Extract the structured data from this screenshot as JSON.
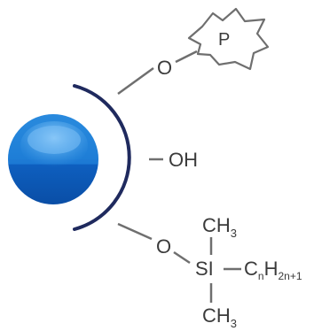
{
  "colors": {
    "surface_arc": "#1f2a5e",
    "bond_line": "#6f6f6f",
    "text": "#3b3b3b",
    "sphere_light": "#5fb3ee",
    "sphere_dark": "#0b57b8"
  },
  "top_group": {
    "oxygen": "O",
    "polymer_label": "P"
  },
  "middle_group": {
    "hydroxyl": "OH"
  },
  "bottom_group": {
    "oxygen": "O",
    "silicon": "SI",
    "top_methyl": {
      "c": "CH",
      "sub": "3"
    },
    "bottom_methyl": {
      "c": "CH",
      "sub": "3"
    },
    "alkyl": {
      "c": "C",
      "c_sub": "n",
      "h": "H",
      "h_sub": "2n+1"
    }
  }
}
